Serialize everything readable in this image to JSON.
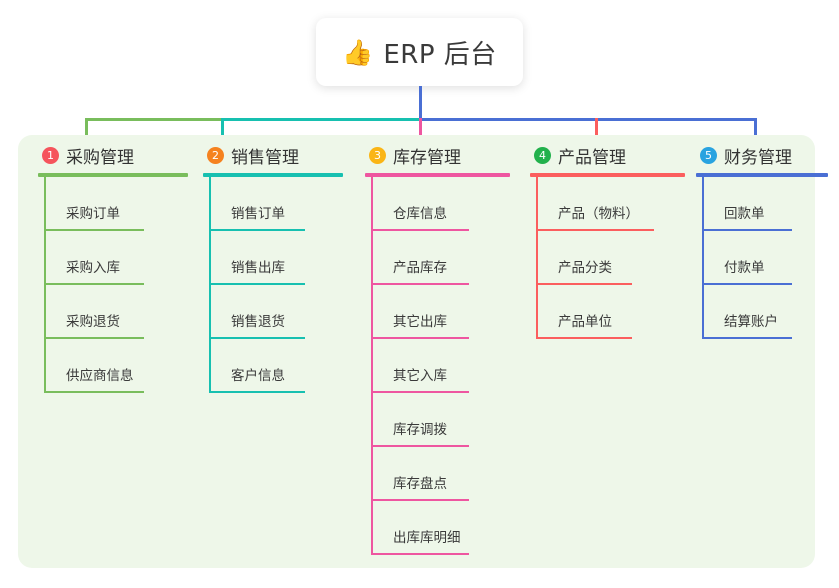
{
  "root": {
    "icon": "thumbs-up-icon",
    "emoji": "👍",
    "title": "ERP 后台"
  },
  "colors": {
    "panel_background": "#EEF7E9",
    "page_background": "#FFFFFF",
    "text": "#333333",
    "trunk": "#4A6FD4"
  },
  "branches": [
    {
      "number": "1",
      "title": "采购管理",
      "badge_color": "#F5545C",
      "line_color": "#79BD5C",
      "items": [
        {
          "label": "采购订单"
        },
        {
          "label": "采购入库"
        },
        {
          "label": "采购退货"
        },
        {
          "label": "供应商信息"
        }
      ]
    },
    {
      "number": "2",
      "title": "销售管理",
      "badge_color": "#F5821F",
      "line_color": "#17C0B0",
      "items": [
        {
          "label": "销售订单"
        },
        {
          "label": "销售出库"
        },
        {
          "label": "销售退货"
        },
        {
          "label": "客户信息"
        }
      ]
    },
    {
      "number": "3",
      "title": "库存管理",
      "badge_color": "#FAB516",
      "line_color": "#EE56A0",
      "items": [
        {
          "label": "仓库信息"
        },
        {
          "label": "产品库存"
        },
        {
          "label": "其它出库"
        },
        {
          "label": "其它入库"
        },
        {
          "label": "库存调拨"
        },
        {
          "label": "库存盘点"
        },
        {
          "label": "出库库明细"
        }
      ]
    },
    {
      "number": "4",
      "title": "产品管理",
      "badge_color": "#22B14C",
      "line_color": "#FB5E5E",
      "items": [
        {
          "label": "产品（物料）"
        },
        {
          "label": "产品分类"
        },
        {
          "label": "产品单位"
        }
      ]
    },
    {
      "number": "5",
      "title": "财务管理",
      "badge_color": "#29A3E0",
      "line_color": "#4A6FD4",
      "items": [
        {
          "label": "回款单"
        },
        {
          "label": "付款单"
        },
        {
          "label": "结算账户"
        }
      ]
    }
  ]
}
